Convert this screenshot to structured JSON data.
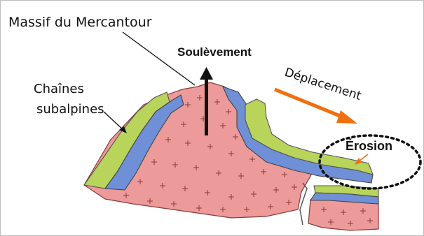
{
  "labels": {
    "title": "Massif du Mercantour",
    "uplift": "Soulèvement",
    "chains_line1": "Chaînes",
    "chains_line2": "subalpines",
    "displacement": "Déplacement",
    "erosion": "Érosion"
  },
  "colors": {
    "basement": "#ec9a9a",
    "blue_layer": "#6f8fd6",
    "green_layer": "#b8d45a",
    "arrow_displacement": "#f07010",
    "arrow_erosion": "#f07010",
    "arrow_uplift": "#111111"
  }
}
